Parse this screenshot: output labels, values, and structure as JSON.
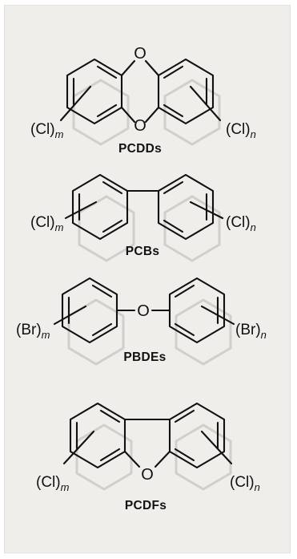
{
  "structures": [
    {
      "name": "PCDDs",
      "sub_left": "(Cl)",
      "sub_left_index": "m",
      "sub_right": "(Cl)",
      "sub_right_index": "n",
      "atoms": [
        "O",
        "O"
      ]
    },
    {
      "name": "PCBs",
      "sub_left": "(Cl)",
      "sub_left_index": "m",
      "sub_right": "(Cl)",
      "sub_right_index": "n"
    },
    {
      "name": "PBDEs",
      "sub_left": "(Br)",
      "sub_left_index": "m",
      "sub_right": "(Br)",
      "sub_right_index": "n",
      "atoms": [
        "O"
      ]
    },
    {
      "name": "PCDFs",
      "sub_left": "(Cl)",
      "sub_left_index": "m",
      "sub_right": "(Cl)",
      "sub_right_index": "n",
      "atoms": [
        "O"
      ]
    }
  ]
}
